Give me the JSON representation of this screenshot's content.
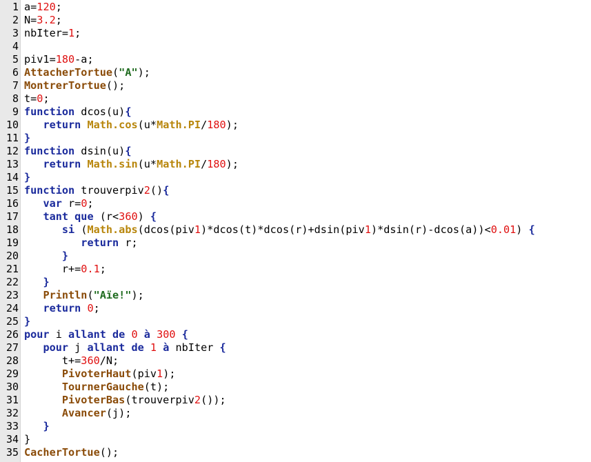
{
  "editor": {
    "lines": [
      [
        [
          "num",
          "1"
        ]
      ],
      [
        [
          "plain",
          "a="
        ],
        [
          "num",
          "120"
        ],
        [
          "plain",
          ";"
        ]
      ],
      [
        [
          "plain",
          "N="
        ],
        [
          "num",
          "3.2"
        ],
        [
          "plain",
          ";"
        ]
      ],
      [
        [
          "plain",
          "nbIter="
        ],
        [
          "num",
          "1"
        ],
        [
          "plain",
          ";"
        ]
      ],
      [],
      [
        [
          "plain",
          "piv1="
        ],
        [
          "num",
          "180"
        ],
        [
          "plain",
          "-a;"
        ]
      ],
      [
        [
          "fn",
          "AttacherTortue"
        ],
        [
          "plain",
          "("
        ],
        [
          "str",
          "\"A\""
        ],
        [
          "plain",
          ");"
        ]
      ],
      [
        [
          "fn",
          "MontrerTortue"
        ],
        [
          "plain",
          "();"
        ]
      ],
      [
        [
          "plain",
          "t="
        ],
        [
          "num",
          "0"
        ],
        [
          "plain",
          ";"
        ]
      ],
      [
        [
          "kw",
          "function"
        ],
        [
          "plain",
          " dcos(u)"
        ],
        [
          "kw",
          "{"
        ]
      ],
      [
        [
          "plain",
          "   "
        ],
        [
          "kw",
          "return"
        ],
        [
          "plain",
          " "
        ],
        [
          "obj",
          "Math.cos"
        ],
        [
          "plain",
          "(u*"
        ],
        [
          "obj",
          "Math.PI"
        ],
        [
          "plain",
          "/"
        ],
        [
          "num",
          "180"
        ],
        [
          "plain",
          ");"
        ]
      ],
      [
        [
          "kw",
          "}"
        ]
      ],
      [
        [
          "kw",
          "function"
        ],
        [
          "plain",
          " dsin(u)"
        ],
        [
          "kw",
          "{"
        ]
      ],
      [
        [
          "plain",
          "   "
        ],
        [
          "kw",
          "return"
        ],
        [
          "plain",
          " "
        ],
        [
          "obj",
          "Math.sin"
        ],
        [
          "plain",
          "(u*"
        ],
        [
          "obj",
          "Math.PI"
        ],
        [
          "plain",
          "/"
        ],
        [
          "num",
          "180"
        ],
        [
          "plain",
          ");"
        ]
      ],
      [
        [
          "kw",
          "}"
        ]
      ],
      [
        [
          "kw",
          "function"
        ],
        [
          "plain",
          " trouverpiv"
        ],
        [
          "num",
          "2"
        ],
        [
          "plain",
          "()"
        ],
        [
          "kw",
          "{"
        ]
      ],
      [
        [
          "plain",
          "   "
        ],
        [
          "kw",
          "var"
        ],
        [
          "plain",
          " r="
        ],
        [
          "num",
          "0"
        ],
        [
          "plain",
          ";"
        ]
      ],
      [
        [
          "plain",
          "   "
        ],
        [
          "kw",
          "tant que"
        ],
        [
          "plain",
          " (r<"
        ],
        [
          "num",
          "360"
        ],
        [
          "plain",
          ") "
        ],
        [
          "kw",
          "{"
        ]
      ],
      [
        [
          "plain",
          "      "
        ],
        [
          "kw",
          "si"
        ],
        [
          "plain",
          " ("
        ],
        [
          "obj",
          "Math.abs"
        ],
        [
          "plain",
          "(dcos(piv"
        ],
        [
          "num",
          "1"
        ],
        [
          "plain",
          ")*dcos(t)*dcos(r)+dsin(piv"
        ],
        [
          "num",
          "1"
        ],
        [
          "plain",
          ")*dsin(r)-dcos(a))<"
        ],
        [
          "num",
          "0.01"
        ],
        [
          "plain",
          ") "
        ],
        [
          "kw",
          "{"
        ]
      ],
      [
        [
          "plain",
          "         "
        ],
        [
          "kw",
          "return"
        ],
        [
          "plain",
          " r;"
        ]
      ],
      [
        [
          "plain",
          "      "
        ],
        [
          "kw",
          "}"
        ]
      ],
      [
        [
          "plain",
          "      r+="
        ],
        [
          "num",
          "0.1"
        ],
        [
          "plain",
          ";"
        ]
      ],
      [
        [
          "plain",
          "   "
        ],
        [
          "kw",
          "}"
        ]
      ],
      [
        [
          "plain",
          "   "
        ],
        [
          "fn",
          "Println"
        ],
        [
          "plain",
          "("
        ],
        [
          "str",
          "\"Aïe!\""
        ],
        [
          "plain",
          ");"
        ]
      ],
      [
        [
          "plain",
          "   "
        ],
        [
          "kw",
          "return"
        ],
        [
          "plain",
          " "
        ],
        [
          "num",
          "0"
        ],
        [
          "plain",
          ";"
        ]
      ],
      [
        [
          "kw",
          "}"
        ]
      ],
      [
        [
          "kw",
          "pour"
        ],
        [
          "plain",
          " i "
        ],
        [
          "kw",
          "allant de"
        ],
        [
          "plain",
          " "
        ],
        [
          "num",
          "0"
        ],
        [
          "plain",
          " "
        ],
        [
          "kw",
          "à"
        ],
        [
          "plain",
          " "
        ],
        [
          "num",
          "300"
        ],
        [
          "plain",
          " "
        ],
        [
          "kw",
          "{"
        ]
      ],
      [
        [
          "plain",
          "   "
        ],
        [
          "kw",
          "pour"
        ],
        [
          "plain",
          " j "
        ],
        [
          "kw",
          "allant de"
        ],
        [
          "plain",
          " "
        ],
        [
          "num",
          "1"
        ],
        [
          "plain",
          " "
        ],
        [
          "kw",
          "à"
        ],
        [
          "plain",
          " nbIter "
        ],
        [
          "kw",
          "{"
        ]
      ],
      [
        [
          "plain",
          "      t+="
        ],
        [
          "num",
          "360"
        ],
        [
          "plain",
          "/N;"
        ]
      ],
      [
        [
          "plain",
          "      "
        ],
        [
          "fn",
          "PivoterHaut"
        ],
        [
          "plain",
          "(piv"
        ],
        [
          "num",
          "1"
        ],
        [
          "plain",
          ");"
        ]
      ],
      [
        [
          "plain",
          "      "
        ],
        [
          "fn",
          "TournerGauche"
        ],
        [
          "plain",
          "(t);"
        ]
      ],
      [
        [
          "plain",
          "      "
        ],
        [
          "fn",
          "PivoterBas"
        ],
        [
          "plain",
          "(trouverpiv"
        ],
        [
          "num",
          "2"
        ],
        [
          "plain",
          "());"
        ]
      ],
      [
        [
          "plain",
          "      "
        ],
        [
          "fn",
          "Avancer"
        ],
        [
          "plain",
          "(j);"
        ]
      ],
      [
        [
          "plain",
          "   "
        ],
        [
          "kw",
          "}"
        ]
      ],
      [
        [
          "plain",
          "}"
        ]
      ],
      [
        [
          "fn",
          "CacherTortue"
        ],
        [
          "plain",
          "();"
        ]
      ]
    ]
  },
  "colors": {
    "keyword": "#1a2a9c",
    "number": "#e01010",
    "string": "#1f6b1f",
    "function": "#8a4b08",
    "math": "#b8860b",
    "gutter": "#e9e9e9"
  }
}
